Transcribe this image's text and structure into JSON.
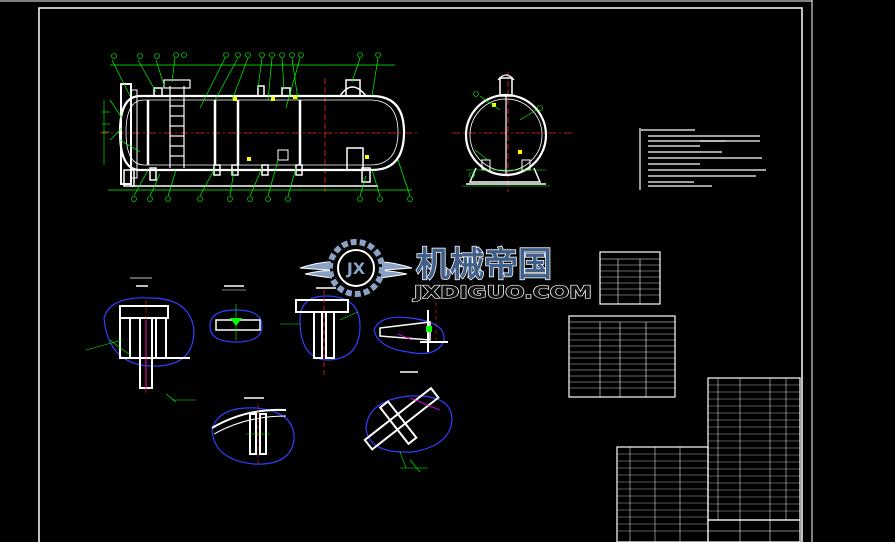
{
  "watermark": {
    "cn_text": "机械帝国",
    "en_text": "JXDIGUO.COM",
    "logo_letters": "JX",
    "colors": {
      "cn_fill": "#3f5f8a",
      "cn_stroke": "#ffffff",
      "logo": "#8aa2c4",
      "en_fill": "#111111",
      "en_stroke": "#ffffff"
    }
  },
  "drawing": {
    "background": "#000000",
    "line_colors": {
      "frame": "#ffffff",
      "dimension": "#00ff00",
      "centerline": "#ff2020",
      "detail_boundary": "#2f3fff",
      "accent": "#ffff00",
      "hatch": "#ff00ff"
    },
    "views": [
      {
        "name": "vessel-front-view"
      },
      {
        "name": "vessel-side-view"
      },
      {
        "name": "technical-notes"
      },
      {
        "name": "detail-view-1"
      },
      {
        "name": "detail-view-2"
      },
      {
        "name": "detail-view-3"
      },
      {
        "name": "detail-view-4"
      },
      {
        "name": "detail-view-5"
      },
      {
        "name": "detail-view-6"
      },
      {
        "name": "nozzle-table"
      },
      {
        "name": "design-data-table"
      },
      {
        "name": "parts-list-table"
      },
      {
        "name": "title-block"
      }
    ]
  }
}
